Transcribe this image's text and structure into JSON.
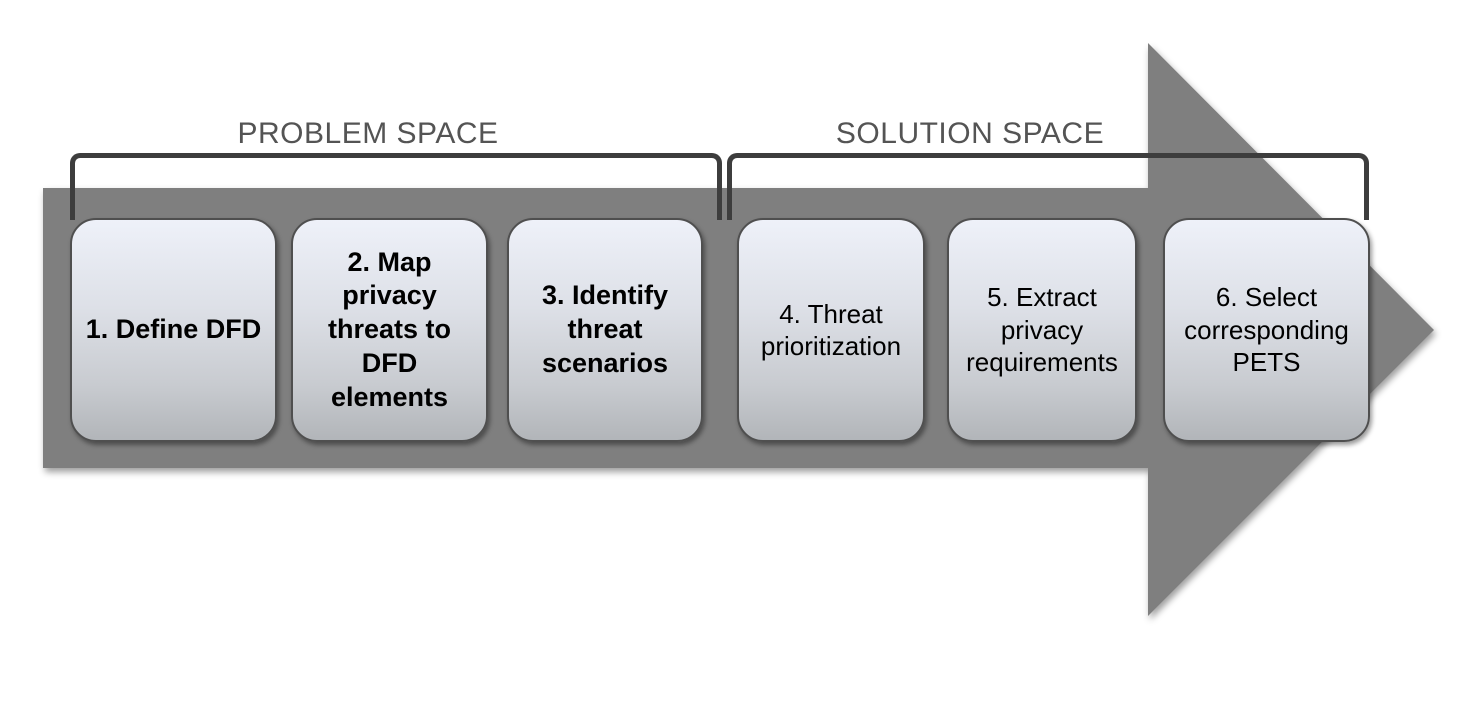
{
  "diagram": {
    "sections": [
      {
        "id": "problem",
        "label": "PROBLEM SPACE"
      },
      {
        "id": "solution",
        "label": "SOLUTION SPACE"
      }
    ],
    "steps": [
      {
        "num": 1,
        "space": "problem",
        "bold": true,
        "label": "1. Define DFD"
      },
      {
        "num": 2,
        "space": "problem",
        "bold": true,
        "label": "2. Map\nprivacy\nthreats to\nDFD\nelements"
      },
      {
        "num": 3,
        "space": "problem",
        "bold": true,
        "label": "3. Identify\nthreat\nscenarios"
      },
      {
        "num": 4,
        "space": "solution",
        "bold": false,
        "label": "4. Threat\nprioritization"
      },
      {
        "num": 5,
        "space": "solution",
        "bold": false,
        "label": "5. Extract\nprivacy\nrequirements"
      },
      {
        "num": 6,
        "space": "solution",
        "bold": false,
        "label": "6. Select\ncorresponding\nPETS"
      }
    ],
    "colors": {
      "arrow": "#7f7f7f",
      "bracket": "#3d3d3d",
      "section_label": "#545454",
      "step_text": "#000000",
      "box_gradient_top": "#eef1f9",
      "box_gradient_bottom": "#b2b5b9"
    }
  }
}
